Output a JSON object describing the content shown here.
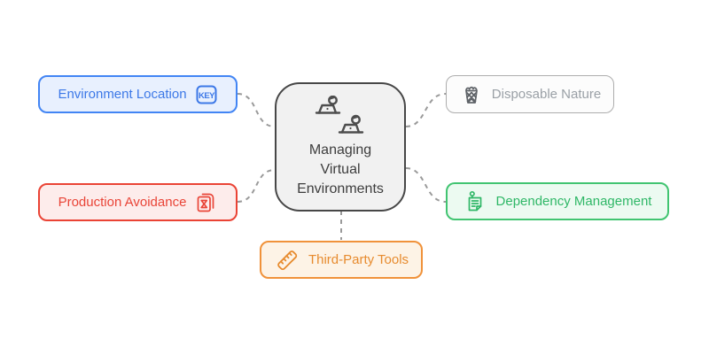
{
  "center_node": {
    "line1": "Managing",
    "line2": "Virtual",
    "line3": "Environments",
    "icon": "people-working-icon",
    "border_color": "#474747",
    "bg_color": "#f1f1f1",
    "text_color": "#3d3d3d"
  },
  "nodes": {
    "environment_location": {
      "label": "Environment Location",
      "icon": "key-icon",
      "icon_text": "KEY",
      "icon_position": "right",
      "accent": "#4285f4",
      "bg": "#e8f0fe",
      "text_color": "#3c78e7"
    },
    "production_avoidance": {
      "label": "Production Avoidance",
      "icon": "pattern-pages-icon",
      "icon_position": "right",
      "accent": "#ea4335",
      "bg": "#fdeceb",
      "text_color": "#e94437"
    },
    "disposable_nature": {
      "label": "Disposable Nature",
      "icon": "trash-icon",
      "icon_position": "left",
      "accent": "#adadad",
      "bg": "#fcfcfc",
      "text_color": "#9aa0a6"
    },
    "dependency_management": {
      "label": "Dependency Management",
      "icon": "pinned-note-icon",
      "icon_position": "left",
      "accent": "#41c471",
      "bg": "#ecfaf1",
      "text_color": "#2fb767"
    },
    "third_party_tools": {
      "label": "Third-Party Tools",
      "icon": "ruler-icon",
      "icon_position": "left",
      "accent": "#f0923a",
      "bg": "#fdf3e6",
      "text_color": "#e78b2e"
    }
  },
  "connectors": {
    "color": "#9a9a9a",
    "style": "dashed"
  }
}
